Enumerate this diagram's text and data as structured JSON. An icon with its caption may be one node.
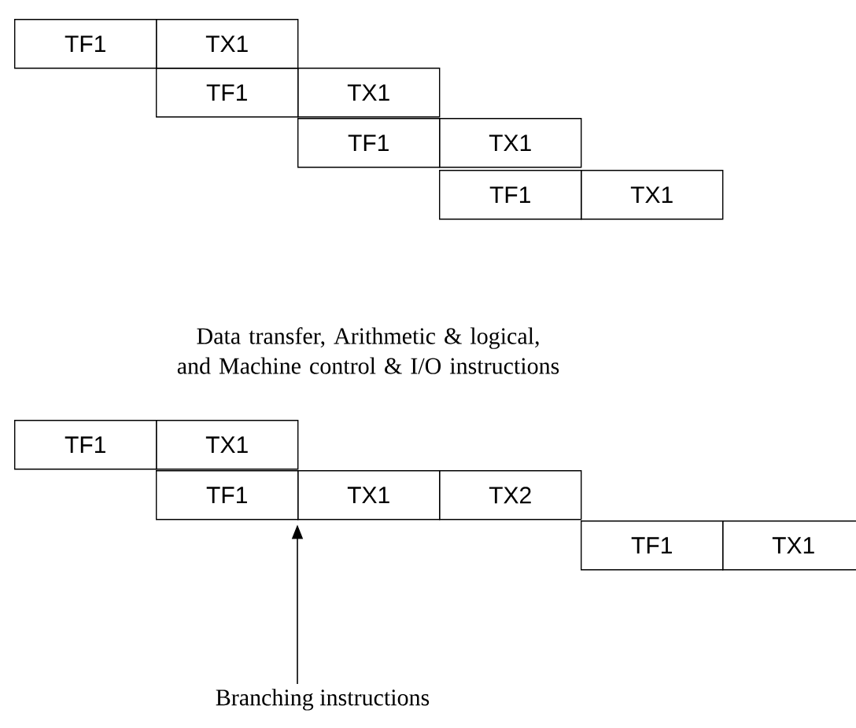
{
  "diagram": {
    "nodes": [
      {
        "text": [
          "TF1"
        ]
      },
      {
        "text": [
          "TX1"
        ]
      },
      {
        "text": [
          "TF1"
        ]
      },
      {
        "text": [
          "TX1"
        ]
      },
      {
        "text": [
          "TF1"
        ]
      },
      {
        "text": [
          "TX1"
        ]
      },
      {
        "text": [
          "TF1"
        ]
      },
      {
        "text": [
          "TX1"
        ]
      },
      {
        "text": [
          "TF1"
        ]
      },
      {
        "text": [
          "TX1"
        ]
      },
      {
        "text": [
          "TF1"
        ]
      },
      {
        "text": [
          "TX1"
        ]
      },
      {
        "text": [
          "TX2"
        ]
      },
      {
        "text": [
          "TF1"
        ]
      },
      {
        "text": [
          "TX1"
        ]
      },
      {
        "text": [
          "Branching instructions"
        ]
      }
    ],
    "edges": [
      {
        "from": 15,
        "to": 11,
        "arrow": "to"
      }
    ],
    "labels": [
      "Data transfer, Arithmetic & logical, and Machine control & I/O instructions"
    ]
  }
}
